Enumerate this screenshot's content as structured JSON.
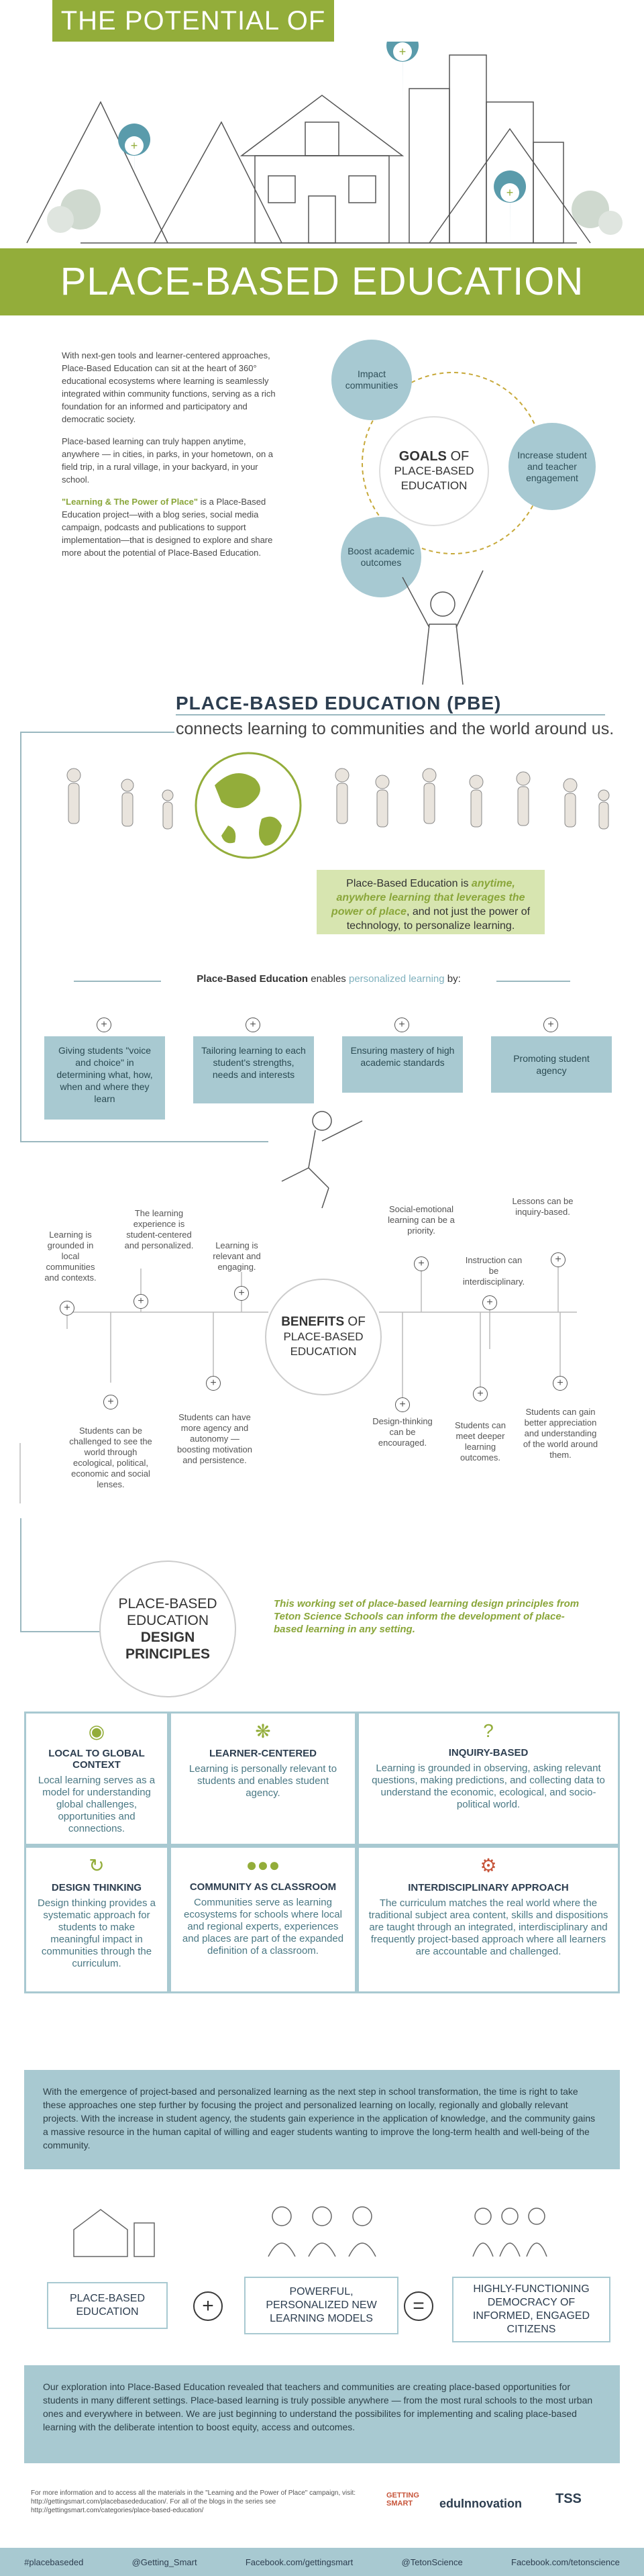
{
  "hero": {
    "title_top": "THE POTENTIAL OF",
    "title_main": "PLACE-BASED EDUCATION"
  },
  "intro": {
    "p1": "With next-gen tools and learner-centered approaches, Place-Based Education can sit at the heart of 360° educational ecosystems where learning is seamlessly integrated within community functions, serving as a rich foundation for an informed and participatory and democratic society.",
    "p2": "Place-based learning can truly happen anytime, anywhere — in cities, in parks, in your hometown, on a field trip, in a rural village, in your backyard, in your school.",
    "p3_link": "\"Learning & The Power of Place\"",
    "p3_rest": " is a Place-Based Education project—with a blog series, social media campaign, podcasts and publications to support implementation—that is designed to explore and share more about the potential of Place-Based Education."
  },
  "goals": {
    "center_bold": "GOALS",
    "center_of": " OF",
    "center_rest": "PLACE-BASED EDUCATION",
    "items": [
      "Impact communities",
      "Increase student and teacher engagement",
      "Boost academic outcomes"
    ]
  },
  "pbe": {
    "title": "PLACE-BASED EDUCATION (PBE)",
    "subtitle": "connects learning to communities and the world around us.",
    "callout_pre": "Place-Based Education is ",
    "callout_em": "anytime, anywhere learning that leverages the power of place",
    "callout_post": ", and not just the power of technology, to personalize learning.",
    "enables_bold": "Place-Based Education",
    "enables_mid": " enables ",
    "enables_link": "personalized learning",
    "enables_end": " by:",
    "boxes": [
      "Giving students \"voice and choice\" in determining what, how, when and where they learn",
      "Tailoring learning to each student's strengths, needs and interests",
      "Ensuring mastery of high academic standards",
      "Promoting student agency"
    ]
  },
  "benefits": {
    "center_bold": "BENEFITS",
    "center_of": " OF",
    "center_rest": "PLACE-BASED EDUCATION",
    "items": [
      "Learning is grounded in local communities and contexts.",
      "The learning experience is student-centered and personalized.",
      "Learning is relevant and engaging.",
      "Social-emotional learning can be a priority.",
      "Lessons can be inquiry-based.",
      "Instruction can be interdisciplinary.",
      "Students can be challenged to see the world through ecological, political, economic and social lenses.",
      "Students can have more agency and autonomy — boosting motivation and persistence.",
      "Design-thinking can be encouraged.",
      "Students can meet deeper learning outcomes.",
      "Students can gain better appreciation and understanding of the world around them."
    ],
    "deeper_link": "deeper learning"
  },
  "principles": {
    "circle_l1": "PLACE-BASED",
    "circle_l2": "EDUCATION",
    "circle_l3": "DESIGN",
    "circle_l4": "PRINCIPLES",
    "note": "This working set of place-based learning design principles from Teton Science Schools can inform the development of place-based learning in any setting.",
    "cells": [
      {
        "title": "LOCAL TO GLOBAL CONTEXT",
        "text": "Local learning serves as a model for understanding global challenges, opportunities and connections."
      },
      {
        "title": "LEARNER-CENTERED",
        "text": "Learning is personally relevant to students and enables student agency."
      },
      {
        "title": "INQUIRY-BASED",
        "text": "Learning is grounded in observing, asking relevant questions, making predictions, and collecting data to understand the economic, ecological, and socio-political world."
      },
      {
        "title": "DESIGN THINKING",
        "text": "Design thinking provides a systematic approach for students to make meaningful impact in communities through the curriculum."
      },
      {
        "title": "COMMUNITY AS CLASSROOM",
        "text": "Communities serve as learning ecosystems for schools where local and regional experts, experiences and places are part of the expanded definition of a classroom."
      },
      {
        "title": "INTERDISCIPLINARY APPROACH",
        "text": "The curriculum matches the real world where the traditional subject area content, skills and dispositions are taught through an integrated, interdisciplinary and frequently project-based approach where all learners are accountable and challenged."
      }
    ]
  },
  "band1": "With the emergence of project-based and personalized learning as the next step in school transformation, the time is right to take these approaches one step further by focusing the project and personalized learning on locally, regionally and globally relevant projects. With the increase in student agency, the students gain experience in the application of knowledge, and the community gains a massive resource in the human capital of willing and eager students wanting to improve the long-term health and well-being of the community.",
  "equation": {
    "a": "PLACE-BASED EDUCATION",
    "plus": "+",
    "b": "POWERFUL, PERSONALIZED NEW LEARNING MODELS",
    "eq": "=",
    "c": "HIGHLY-FUNCTIONING DEMOCRACY OF INFORMED, ENGAGED CITIZENS"
  },
  "band2": "Our exploration into Place-Based Education revealed that teachers and communities are creating place-based opportunities for students in many different settings. Place-based learning is truly possible anywhere — from the most rural schools to the most urban ones and everywhere in between. We are just beginning to understand the possibilites for implementing and scaling place-based learning with the deliberate intention to boost equity, access and outcomes.",
  "footer": {
    "note1": "For more information and to access all the materials in the \"Learning and the Power of Place\" campaign, visit: http://gettingsmart.com/placebasededucation/. For all of the blogs in the series see http://gettingsmart.com/categories/place-based-education/",
    "logos": [
      "GETTING SMART",
      "eduInnovation",
      "TSS"
    ],
    "links": [
      "#placebaseded",
      "@Getting_Smart",
      "Facebook.com/gettingsmart",
      "@TetonScience",
      "Facebook.com/tetonscience"
    ]
  },
  "colors": {
    "green": "#93ad3a",
    "teal": "#a8c9d1",
    "navy": "#2d3e50"
  }
}
